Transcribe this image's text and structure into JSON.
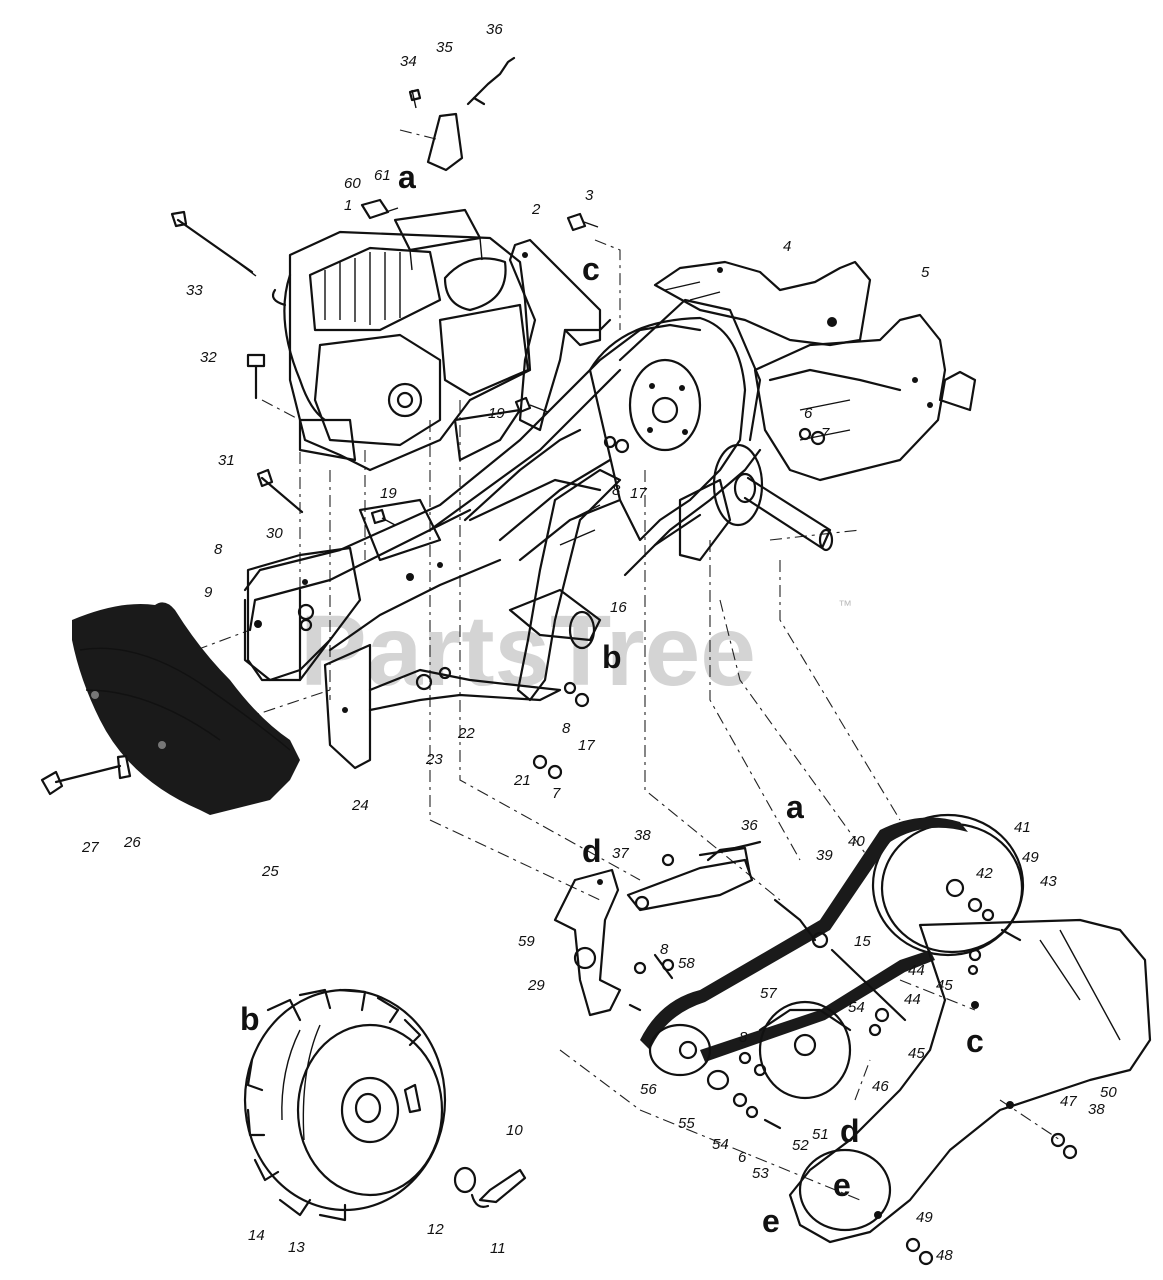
{
  "watermark": {
    "text": "PartsTree",
    "trademark": "™"
  },
  "letter_labels": [
    "a",
    "a",
    "b",
    "b",
    "c",
    "c",
    "d",
    "d",
    "e",
    "e"
  ],
  "part_labels": {
    "n1": "1",
    "n2": "2",
    "n3": "3",
    "n4": "4",
    "n5": "5",
    "n6a": "6",
    "n6b": "6",
    "n7a": "7",
    "n7b": "7",
    "n8a": "8",
    "n8b": "8",
    "n8c": "8",
    "n8d": "8",
    "n8e": "8",
    "n9": "9",
    "n10": "10",
    "n11": "11",
    "n12": "12",
    "n13": "13",
    "n14": "14",
    "n15": "15",
    "n16": "16",
    "n17a": "17",
    "n17b": "17",
    "n19a": "19",
    "n19b": "19",
    "n21": "21",
    "n22": "22",
    "n23": "23",
    "n24": "24",
    "n25": "25",
    "n26": "26",
    "n27": "27",
    "n29": "29",
    "n30": "30",
    "n31": "31",
    "n32": "32",
    "n33": "33",
    "n34": "34",
    "n35": "35",
    "n36a": "36",
    "n36b": "36",
    "n37": "37",
    "n38a": "38",
    "n38b": "38",
    "n39": "39",
    "n40": "40",
    "n41": "41",
    "n42": "42",
    "n43": "43",
    "n44a": "44",
    "n44b": "44",
    "n45a": "45",
    "n45b": "45",
    "n46": "46",
    "n47": "47",
    "n48": "48",
    "n49a": "49",
    "n49b": "49",
    "n50": "50",
    "n51": "51",
    "n52": "52",
    "n53": "53",
    "n54a": "54",
    "n54b": "54",
    "n55": "55",
    "n56": "56",
    "n57": "57",
    "n58": "58",
    "n59": "59",
    "n60": "60",
    "n61": "61"
  }
}
